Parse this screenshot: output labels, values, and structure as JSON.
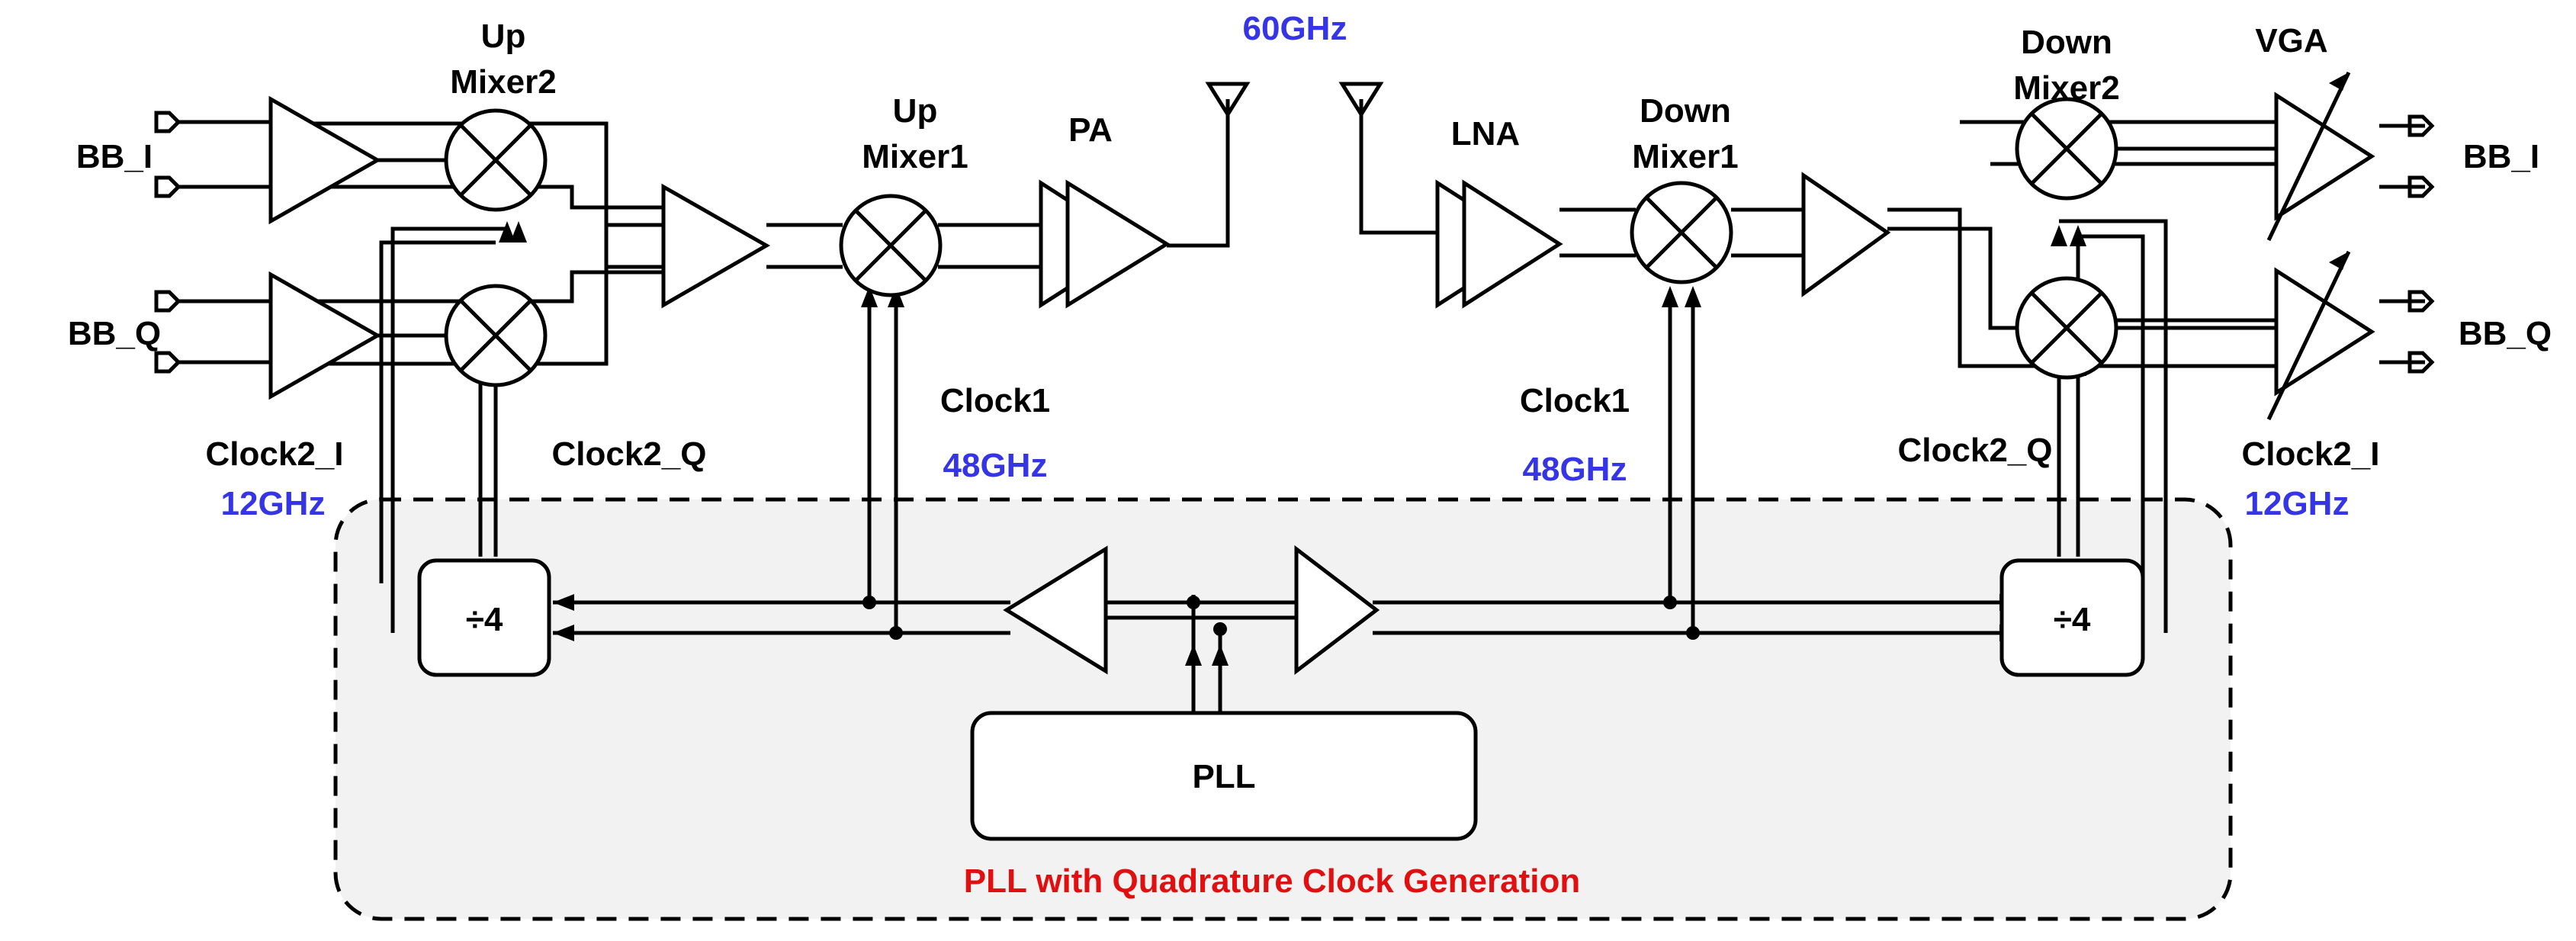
{
  "labels": {
    "bb_i_left": "BB_I",
    "bb_q_left": "BB_Q",
    "up_mixer2": [
      "Up",
      "Mixer2"
    ],
    "up_mixer1": [
      "Up",
      "Mixer1"
    ],
    "pa": "PA",
    "freq_60": "60GHz",
    "lna": "LNA",
    "down_mixer1": [
      "Down",
      "Mixer1"
    ],
    "down_mixer2": [
      "Down",
      "Mixer2"
    ],
    "vga": "VGA",
    "bb_i_right": "BB_I",
    "bb_q_right": "BB_Q",
    "clock1_left": "Clock1",
    "freq_48_left": "48GHz",
    "clock1_right": "Clock1",
    "freq_48_right": "48GHz",
    "clock2_i_left": "Clock2_I",
    "freq_12_left": "12GHz",
    "clock2_q_left": "Clock2_Q",
    "clock2_q_right": "Clock2_Q",
    "clock2_i_right": "Clock2_I",
    "freq_12_right": "12GHz",
    "divider_left": "÷4",
    "divider_right": "÷4",
    "pll": "PLL",
    "region_title": "PLL with Quadrature Clock Generation"
  },
  "colors": {
    "frequency_text": "#3535e6",
    "region_title": "#e01010",
    "region_fill": "#f2f2f2"
  }
}
